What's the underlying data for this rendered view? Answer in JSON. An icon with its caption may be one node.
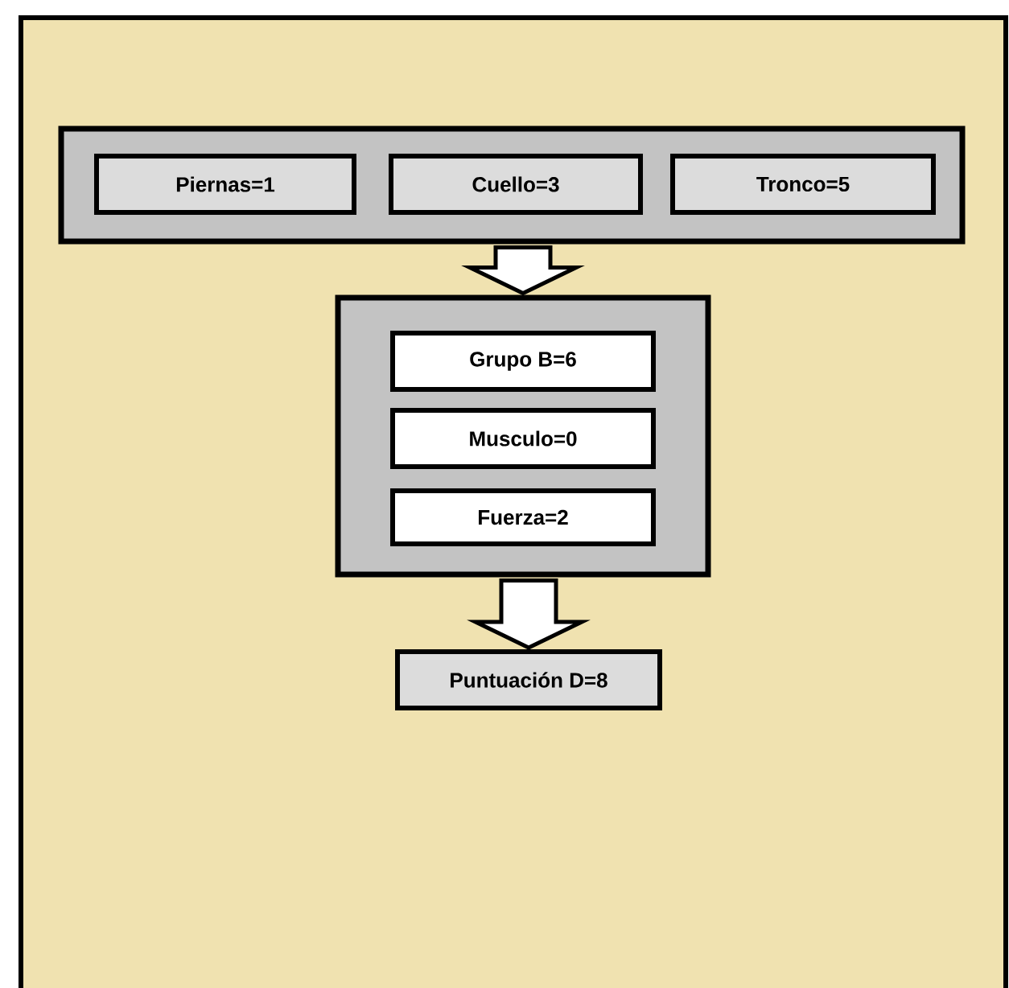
{
  "diagram": {
    "nodes": [
      {
        "text": [],
        "shape": "box"
      },
      {
        "text": [
          "Piernas=1"
        ],
        "in": 0
      },
      {
        "text": [
          "Cuello=3"
        ],
        "in": 0
      },
      {
        "text": [
          "Tronco=5"
        ],
        "in": 0
      },
      {
        "text": [],
        "shape": "box"
      },
      {
        "text": [
          "Grupo B=6"
        ],
        "in": 4
      },
      {
        "text": [
          "Musculo=0"
        ],
        "in": 4
      },
      {
        "text": [
          "Fuerza=2"
        ],
        "in": 4
      },
      {
        "text": [
          "Puntuación D=8"
        ]
      }
    ],
    "edges": [
      {
        "from": 0,
        "to": 4,
        "arrow": "to"
      },
      {
        "from": 4,
        "to": 8,
        "arrow": "to"
      }
    ]
  }
}
